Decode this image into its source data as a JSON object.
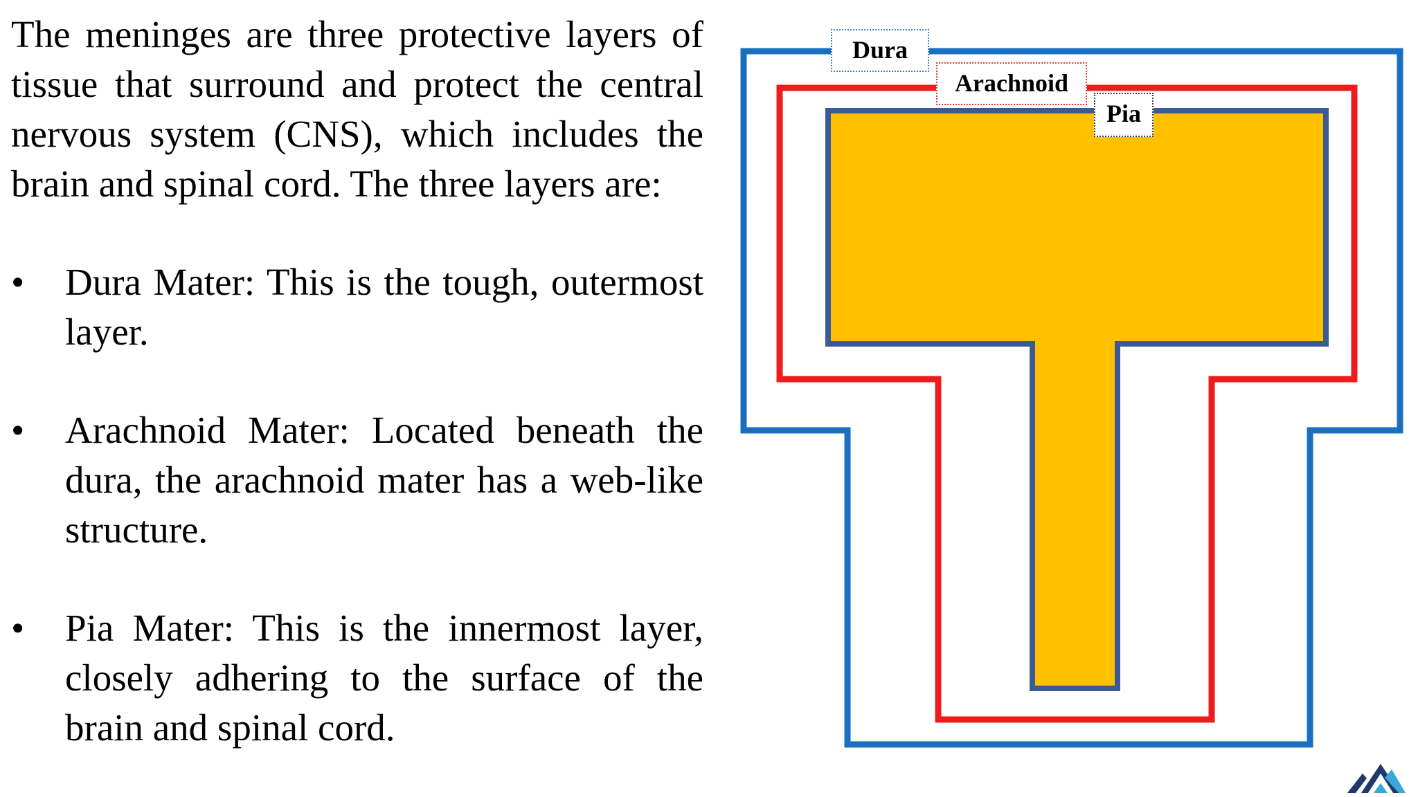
{
  "intro": "The meninges are three protective layers of tissue that surround and protect the central nervous system (CNS), which includes the brain and spinal cord. The three layers are:",
  "bullet_symbol": "•",
  "bullets": [
    "Dura Mater: This is the tough, outermost layer.",
    "Arachnoid Mater: Located beneath the dura, the arachnoid mater has a web-like structure.",
    "Pia Mater: This is the innermost layer, closely adhering to the surface of the brain and spinal cord."
  ],
  "diagram": {
    "labels": {
      "dura": "Dura",
      "arachnoid": "Arachnoid",
      "pia": "Pia"
    },
    "colors": {
      "dura": "#1a6fc0",
      "arachnoid": "#ee1c1c",
      "pia": "#3c5a96",
      "tissue_fill": "#ffc000"
    }
  },
  "logo_icon": "mountain-logo-icon"
}
